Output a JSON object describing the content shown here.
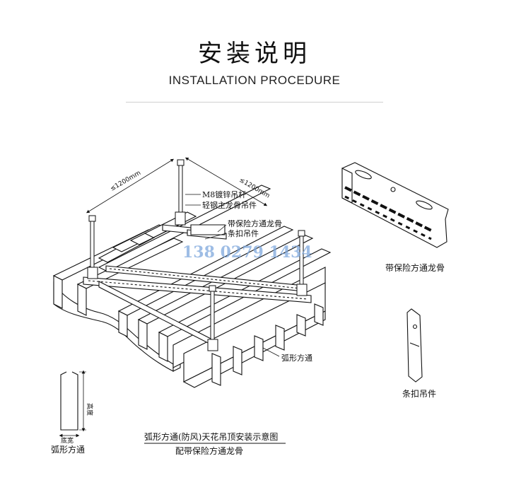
{
  "header": {
    "title": "安装说明",
    "subtitle": "INSTALLATION PROCEDURE"
  },
  "main_diagram": {
    "dimension_left": "≤1200mm",
    "dimension_right": "≤1200mm",
    "label_rod": "M8镀锌吊杆",
    "label_hanger": "轻钢主龙骨吊件",
    "label_keel": "带保险方通龙骨",
    "label_clip": "条扣吊件",
    "label_tube": "弧形方通",
    "watermark": "138 0279 1434"
  },
  "side_parts": {
    "keel_caption": "带保险方通龙骨",
    "clip_caption": "条扣吊件"
  },
  "profile": {
    "height_label": "高度",
    "width_label": "底宽",
    "caption": "弧形方通"
  },
  "footer": {
    "caption_line1": "弧形方通(防风)天花吊顶安装示意图",
    "caption_line2": "配带保险方通龙骨"
  },
  "colors": {
    "line": "#111111",
    "divider": "#cfcfcf",
    "watermark": "#7ea8dd"
  }
}
